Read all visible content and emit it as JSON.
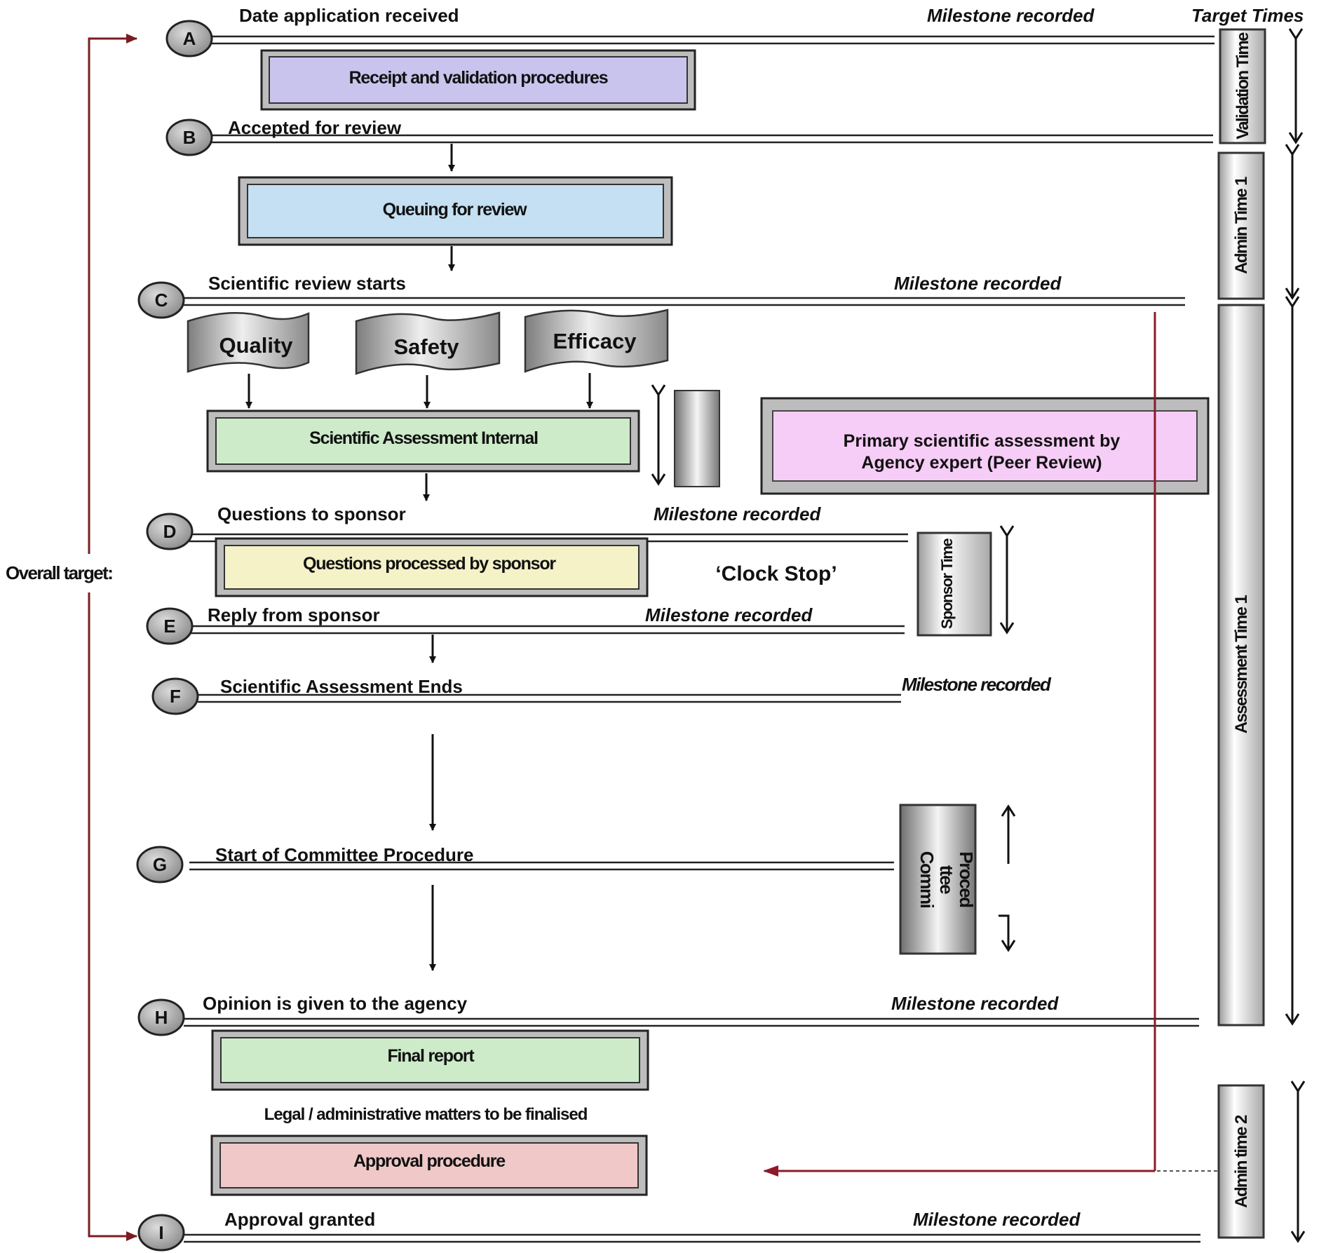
{
  "header": {
    "milestone_recorded": "Milestone recorded",
    "target_times": "Target Times"
  },
  "milestones": [
    {
      "id": "A",
      "label": "Date application received",
      "recorded": "Milestone recorded"
    },
    {
      "id": "B",
      "label": "Accepted for review",
      "recorded": ""
    },
    {
      "id": "C",
      "label": "Scientific review starts",
      "recorded": "Milestone recorded"
    },
    {
      "id": "D",
      "label": "Questions to sponsor",
      "recorded": "Milestone recorded"
    },
    {
      "id": "E",
      "label": "Reply from sponsor",
      "recorded": "Milestone recorded"
    },
    {
      "id": "F",
      "label": "Scientific Assessment Ends",
      "recorded": "Milestone recorded"
    },
    {
      "id": "G",
      "label": "Start of Committee Procedure",
      "recorded": ""
    },
    {
      "id": "H",
      "label": "Opinion is given to the agency",
      "recorded": "Milestone recorded"
    },
    {
      "id": "I",
      "label": "Approval granted",
      "recorded": "Milestone recorded"
    }
  ],
  "process_boxes": {
    "receipt": {
      "label": "Receipt and validation procedures",
      "color": "#c8c4ee"
    },
    "queuing": {
      "label": "Queuing for review",
      "color": "#c4e0f2"
    },
    "assessment_internal": {
      "label": "Scientific Assessment Internal",
      "color": "#cdebc9"
    },
    "peer_review": {
      "line1": "Primary scientific assessment by",
      "line2": "Agency expert (Peer Review)",
      "color": "#f6cdf6"
    },
    "questions": {
      "label": "Questions processed by sponsor",
      "color": "#f4f2c6"
    },
    "final_report": {
      "label": "Final report",
      "color": "#cdebc9"
    },
    "approval": {
      "label": "Approval procedure",
      "color": "#f0c8c8"
    }
  },
  "documents": [
    "Quality",
    "Safety",
    "Efficacy"
  ],
  "clock_stop": "‘Clock Stop’",
  "legal_note": "Legal / administrative matters to be finalised",
  "overall_target": "Overall target:",
  "target_bars": {
    "validation": "Validation Time",
    "admin1": "Admin Time 1",
    "assessment1": "Assessment Time 1",
    "admin2": "Admin time 2",
    "sponsor": "Sponsor Time",
    "committee": [
      "Commi",
      "ttee",
      "Proced"
    ]
  },
  "colors": {
    "feedback_line": "#8b1a2a",
    "overall_line": "#7a1c22"
  }
}
